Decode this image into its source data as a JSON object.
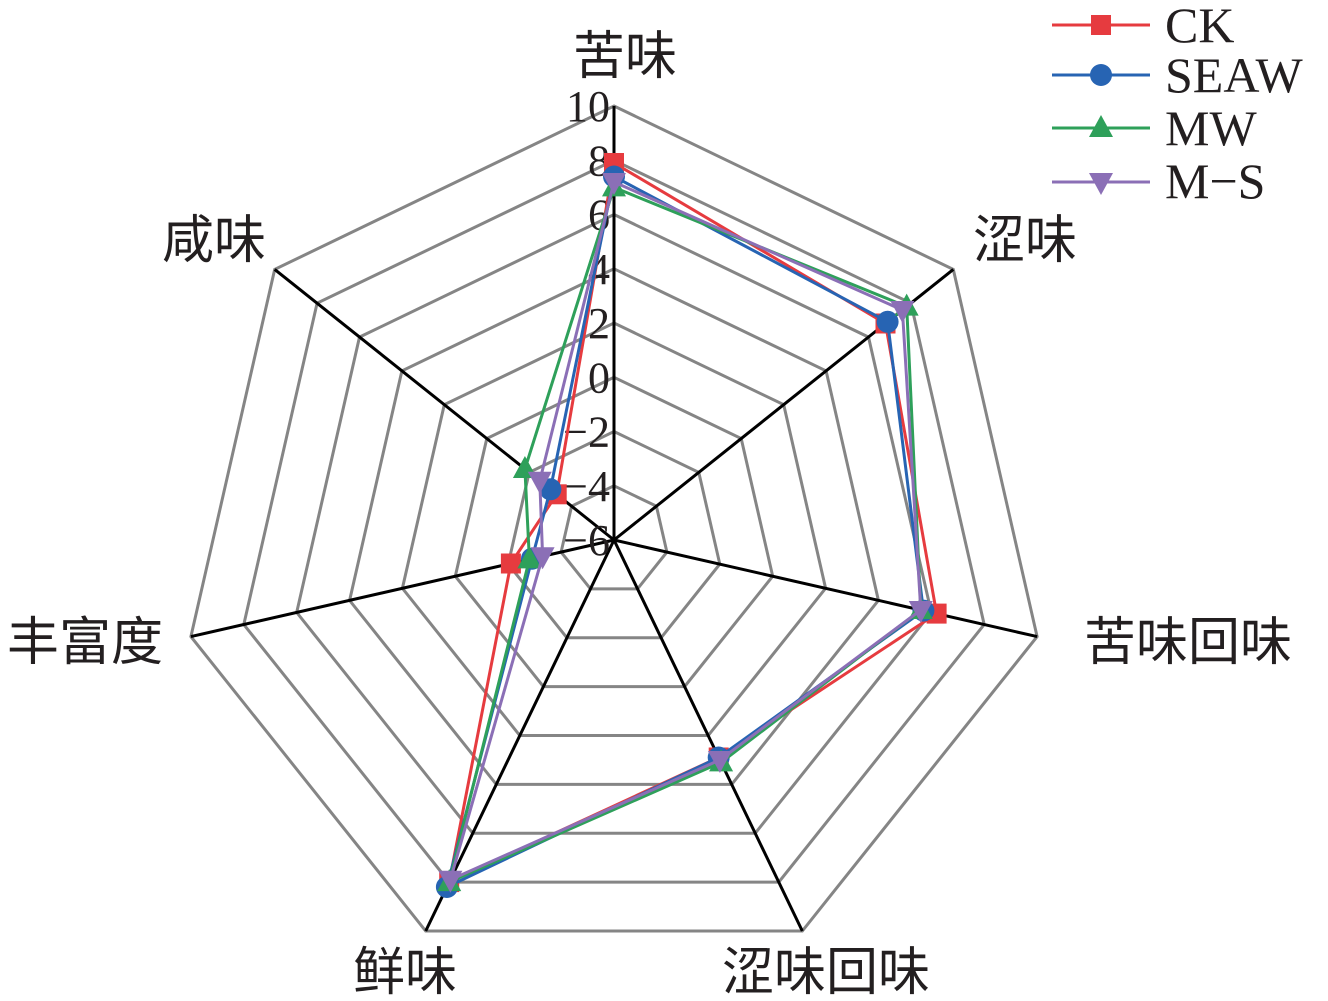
{
  "chart_data": {
    "type": "radar",
    "axes": [
      "苦味",
      "涩味",
      "苦味回味",
      "涩味回味",
      "鲜味",
      "丰富度",
      "咸味"
    ],
    "range": [
      -6,
      10
    ],
    "ticks": [
      "10",
      "8",
      "6",
      "4",
      "2",
      "0",
      "−2",
      "−4",
      "−6"
    ],
    "tick_values": [
      10,
      8,
      6,
      4,
      2,
      0,
      -2,
      -4,
      -6
    ],
    "grid_values": [
      -4,
      -2,
      0,
      2,
      4,
      6,
      8,
      10
    ],
    "legend_position": "top-right",
    "series": [
      {
        "name": "CK",
        "color": "#e63b3f",
        "marker": "square",
        "values": [
          7.9,
          6.8,
          6.2,
          2.9,
          8.0,
          -2.1,
          -3.3
        ]
      },
      {
        "name": "SEAW",
        "color": "#2764b3",
        "marker": "circle",
        "values": [
          7.4,
          6.9,
          5.7,
          2.9,
          8.2,
          -2.9,
          -3.0
        ]
      },
      {
        "name": "MW",
        "color": "#2ea05a",
        "marker": "triangle-up",
        "values": [
          7.0,
          7.8,
          5.6,
          3.1,
          8.0,
          -2.8,
          -1.8
        ]
      },
      {
        "name": "M-S",
        "color": "#8b6fb6",
        "marker": "triangle-down",
        "values": [
          7.2,
          7.6,
          5.6,
          3.0,
          7.9,
          -3.3,
          -2.5
        ]
      }
    ],
    "legend_labels": [
      "CK",
      "SEAW",
      "MW",
      "M−S"
    ]
  },
  "colors": {
    "grid": "#858585",
    "axis": "#000000"
  }
}
